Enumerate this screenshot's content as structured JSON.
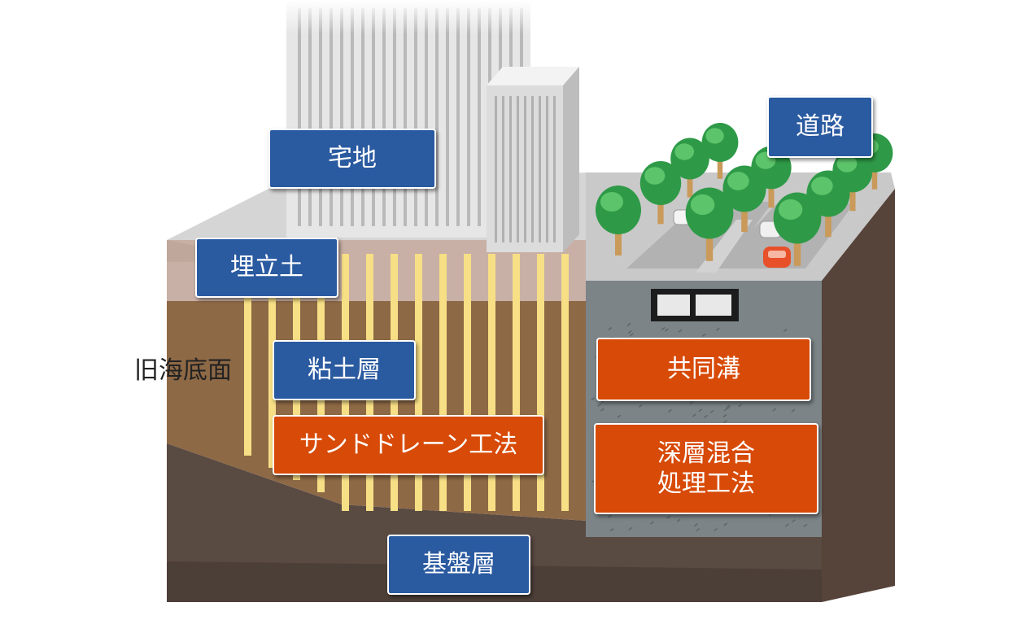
{
  "labels": {
    "residential": "宅地",
    "road": "道路",
    "reclaimed_soil": "埋立土",
    "old_seabed": "旧海底面",
    "clay_layer": "粘土層",
    "sand_drain": "サンドドレーン工法",
    "utility_tunnel": "共同溝",
    "deep_mixing_line1": "深層混合",
    "deep_mixing_line2": "処理工法",
    "bedrock": "基盤層"
  },
  "colors": {
    "label_blue": "#2a5aa0",
    "label_orange": "#d74a07",
    "sand_drain": "#f7e08a",
    "clay": "#8f6a45",
    "reclaimed": "#cbb4ab",
    "bedrock": "#594a42",
    "deep_mix": "#7d8588"
  }
}
